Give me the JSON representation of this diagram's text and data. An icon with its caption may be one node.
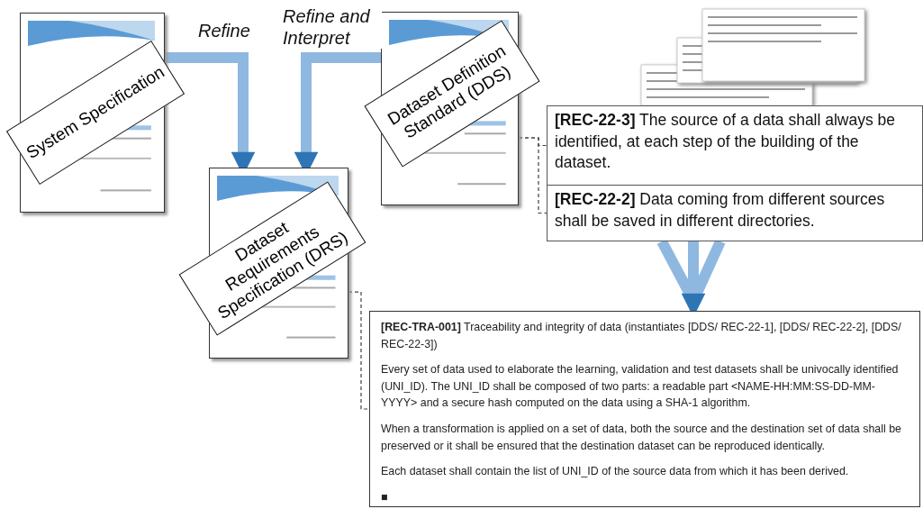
{
  "diagram": {
    "nodes": [
      {
        "text": [
          "System Specification"
        ]
      },
      {
        "text": [
          "Dataset Requirements Specification (DRS)"
        ]
      },
      {
        "text": [
          "Dataset Definition Standard (DDS)"
        ]
      },
      {
        "text": [
          "**[REC-22-3]** The source of a data shall always be identified, at each step of the building of the dataset."
        ]
      },
      {
        "text": [
          "**[REC-22-2]** Data coming from different sources shall be saved in different directories."
        ]
      },
      {
        "text": [
          "**[REC-TRA-001]** Traceability and integrity of data (instantiates [DDS/ REC-22-1], [DDS/ REC-22-2], [DDS/ REC-22-3])",
          "Every set of data used to elaborate the learning, validation and test datasets shall be univocally identified (UNI_ID). The UNI_ID shall be composed of two parts: a readable part <NAME-HH:MM:SS-DD-MM-YYYY> and a secure hash computed on the data using a SHA-1 algorithm.",
          "When a transformation is applied on a set of data, both the source and the destination set of data shall be preserved or it shall be ensured that the destination dataset can be reproduced identically.",
          "Each dataset shall contain the list of UNI_ID of the source data from which it has been derived.",
          "■"
        ]
      }
    ],
    "edges": [
      {
        "from": 0,
        "to": 1,
        "arrow": "to",
        "label": "Refine",
        "style": "thick"
      },
      {
        "from": 2,
        "to": 1,
        "arrow": "to",
        "label": "Refine and Interpret",
        "style": "thick"
      },
      {
        "from": 2,
        "to": 3,
        "arrow": "none",
        "style": "dashed",
        "color": "#404040"
      },
      {
        "from": 2,
        "to": 4,
        "arrow": "none",
        "style": "dashed",
        "color": "#404040"
      },
      {
        "from": 4,
        "to": 5,
        "arrow": "to",
        "style": "thick"
      },
      {
        "from": 1,
        "to": 5,
        "arrow": "none",
        "style": "dashed",
        "color": "#404040"
      }
    ]
  }
}
